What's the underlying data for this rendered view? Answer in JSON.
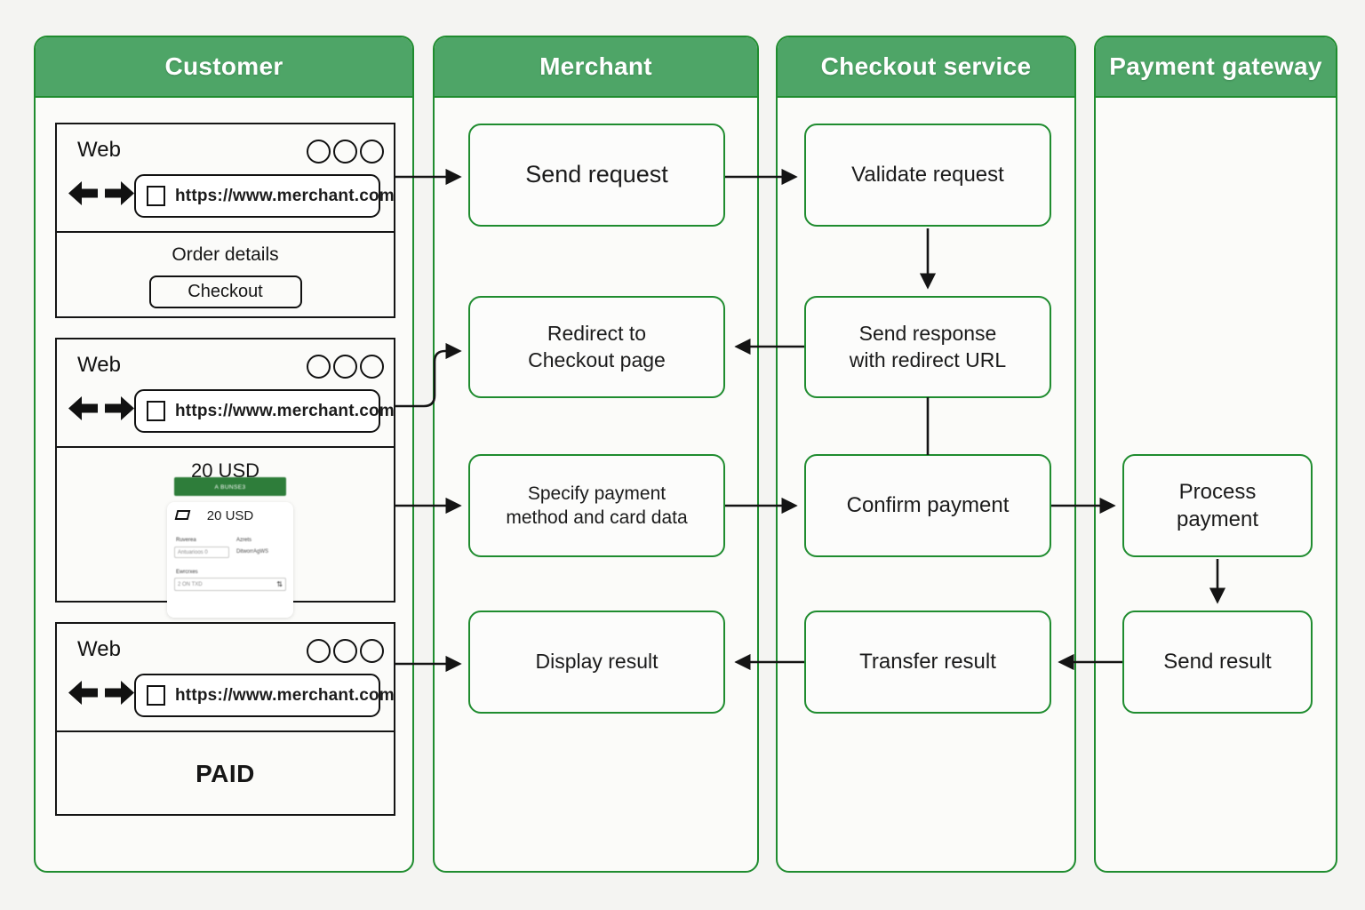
{
  "colors": {
    "header_green": "#4ea567",
    "border_green": "#1f8c2f",
    "pay_button_green": "#2e7d3a"
  },
  "lanes": [
    {
      "title": "Customer"
    },
    {
      "title": "Merchant"
    },
    {
      "title": "Checkout service"
    },
    {
      "title": "Payment gateway"
    }
  ],
  "browser1": {
    "title": "Web",
    "url": "https://www.merchant.com",
    "order_label": "Order details",
    "checkout_button": "Checkout"
  },
  "browser2": {
    "title": "Web",
    "url": "https://www.merchant.com",
    "amount_heading": "20 USD",
    "card": {
      "amount": "20 USD",
      "col1_label": "Ruverea",
      "col1_value": "Antuarioos 0",
      "col2_label": "Azrets",
      "col2_value": "DitworrAgWS",
      "exec_label": "Ewrcrxes",
      "exec_value": "2 ON TXD",
      "stepper_glyph": "⇅",
      "pay_button": "A BUNSE3"
    }
  },
  "browser3": {
    "title": "Web",
    "url": "https://www.merchant.com",
    "status": "PAID"
  },
  "merchant_steps": [
    {
      "label": "Send request"
    },
    {
      "label": "Redirect to\nCheckout page"
    },
    {
      "label": "Specify payment\nmethod and card data"
    },
    {
      "label": "Display result"
    }
  ],
  "checkout_steps": [
    {
      "label": "Validate request"
    },
    {
      "label": "Send response\nwith redirect URL"
    },
    {
      "label": "Confirm payment"
    },
    {
      "label": "Transfer result"
    }
  ],
  "gateway_steps": [
    {
      "label": "Process\npayment"
    },
    {
      "label": "Send result"
    }
  ]
}
